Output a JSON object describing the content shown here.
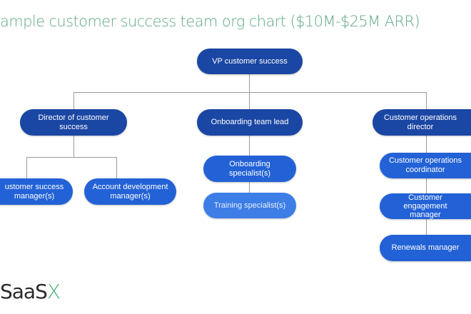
{
  "title": "ample customer success team org chart ($10M-$25M ARR)",
  "colors": {
    "title": "#5fa884",
    "node_dark": "#1b47a4",
    "node_mid": "#2362d6",
    "node_light": "#3d7de6",
    "connector": "#9a9a9a",
    "logo_accent": "#4caf7a"
  },
  "org": {
    "root": "VP customer success",
    "director_cs": "Director of customer success",
    "csm": "ustomer success manager(s)",
    "adm": "Account development manager(s)",
    "onboarding_lead": "Onboarding team lead",
    "onboarding_specialist": "Onboarding specialist(s)",
    "training_specialist": "Training specialist(s)",
    "ops_director": "Customer operations director",
    "ops_coordinator": "Customer operations coordinator",
    "engagement_manager": "Customer engagement manager",
    "renewals_manager": "Renewals manager"
  },
  "logo": {
    "main": "SaaS",
    "accent": "X"
  }
}
